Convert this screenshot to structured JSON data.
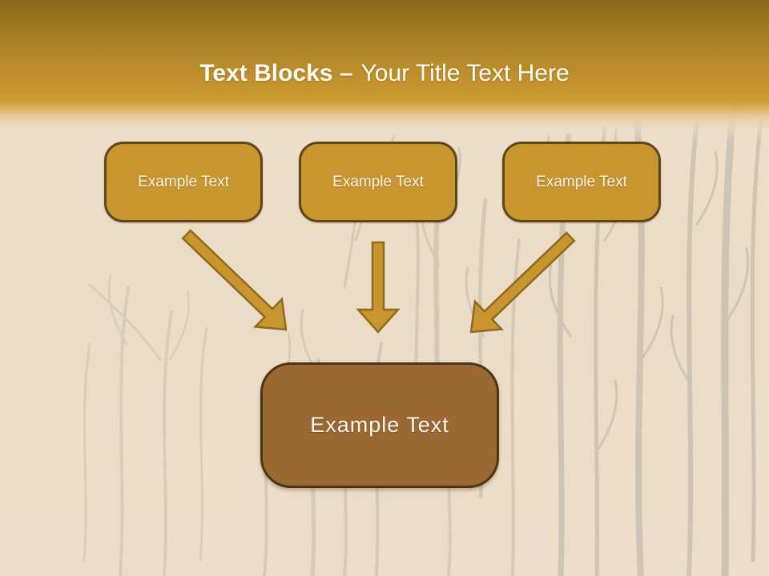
{
  "slide": {
    "header": {
      "title_bold": "Text Blocks –",
      "title_regular": "Your Title Text Here"
    },
    "top_boxes": [
      {
        "label": "Example Text"
      },
      {
        "label": "Example Text"
      },
      {
        "label": "Example Text"
      }
    ],
    "center_box": {
      "label": "Example Text"
    },
    "colors": {
      "header_gold_dark": "#8a671c",
      "header_gold_light": "#cb9b33",
      "body_beige": "#ebdcc6",
      "box_gold_fill": "#c8952f",
      "box_gold_border": "#5c461a",
      "center_brown_fill": "#9a6831",
      "center_brown_border": "#4e3314",
      "arrow_fill": "#c9952e",
      "arrow_stroke": "#8c6a1e",
      "text_white": "#fffdf5",
      "grass_silhouette": "#a9a89f"
    }
  }
}
